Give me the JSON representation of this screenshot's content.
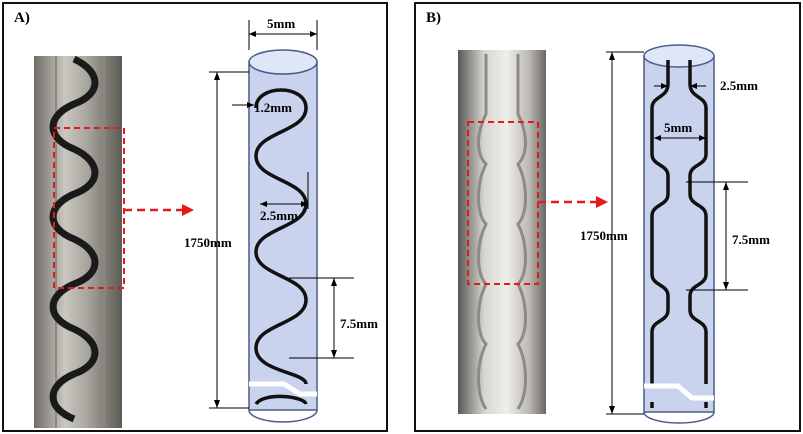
{
  "panel_a": {
    "label": "A)",
    "dims": {
      "width": "5mm",
      "wire": "1.2mm",
      "pitch_width": "2.5mm",
      "length": "1750mm",
      "pitch": "7.5mm"
    }
  },
  "panel_b": {
    "label": "B)",
    "dims": {
      "neck": "2.5mm",
      "width": "5mm",
      "length": "1750mm",
      "pitch": "7.5mm"
    }
  },
  "colors": {
    "tube_fill": "#c9d3ee",
    "tube_stroke": "#4a5a8a",
    "arrow": "#e31b1b",
    "wire": "#111111"
  }
}
